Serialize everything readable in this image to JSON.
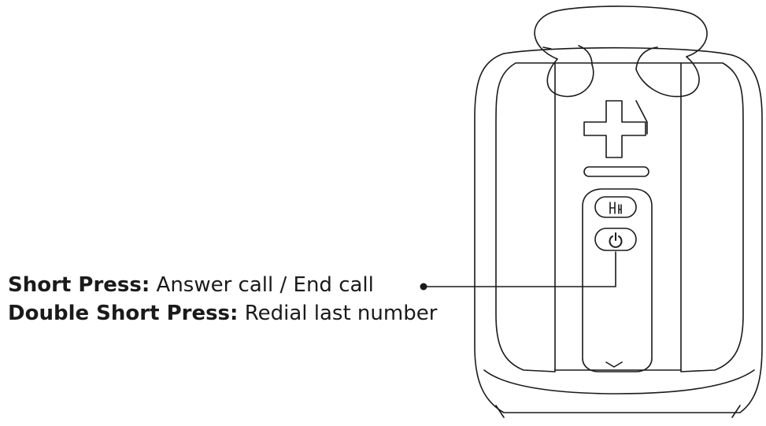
{
  "instructions": [
    {
      "label": "Short Press:",
      "text": " Answer call / End call"
    },
    {
      "label": "Double Short Press:",
      "text": " Redial last number"
    }
  ],
  "colors": {
    "line": "#1a1a1a",
    "text": "#1a1a1a"
  },
  "icons": {
    "volume_up": "plus-icon",
    "volume_down": "minus-icon",
    "mode": "mode-icon",
    "power": "power-icon"
  }
}
